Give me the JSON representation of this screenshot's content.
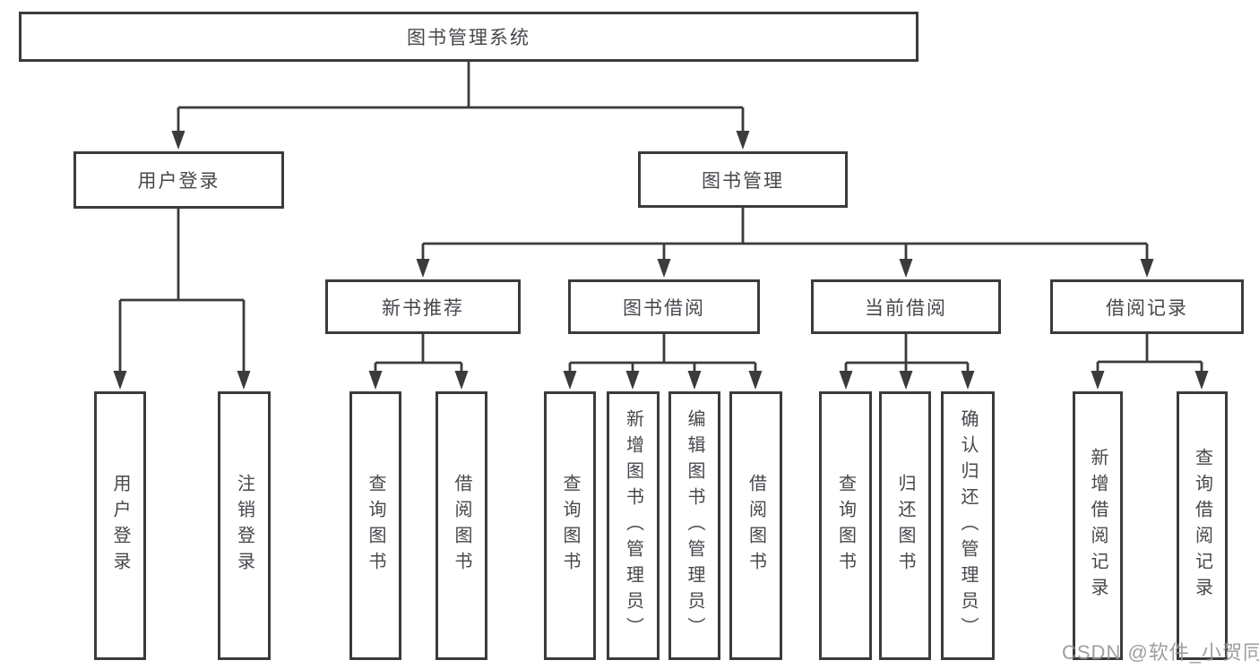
{
  "colors": {
    "line": "#3b3b3b",
    "box_border": "#3b3b3b",
    "text": "#47474d",
    "background": "#ffffff",
    "watermark": "#96969b"
  },
  "diagram": {
    "title": "图书管理系统",
    "level2": {
      "user_login": "用户登录",
      "book_management": "图书管理"
    },
    "level3": {
      "new_book_recommend": "新书推荐",
      "book_borrowing": "图书借阅",
      "current_borrowing": "当前借阅",
      "borrowing_records": "借阅记录"
    },
    "leaves": {
      "user_login": [
        "用户登录",
        "注销登录"
      ],
      "new_book_recommend": [
        "查询图书",
        "借阅图书"
      ],
      "book_borrowing": [
        "查询图书",
        "新增图书（管理员）",
        "编辑图书（管理员）",
        "借阅图书"
      ],
      "current_borrowing": [
        "查询图书",
        "归还图书",
        "确认归还（管理员）"
      ],
      "borrowing_records": [
        "新增借阅记录",
        "查询借阅记录"
      ]
    }
  },
  "watermark": {
    "text": "CSDN @软件_小贺同学"
  }
}
